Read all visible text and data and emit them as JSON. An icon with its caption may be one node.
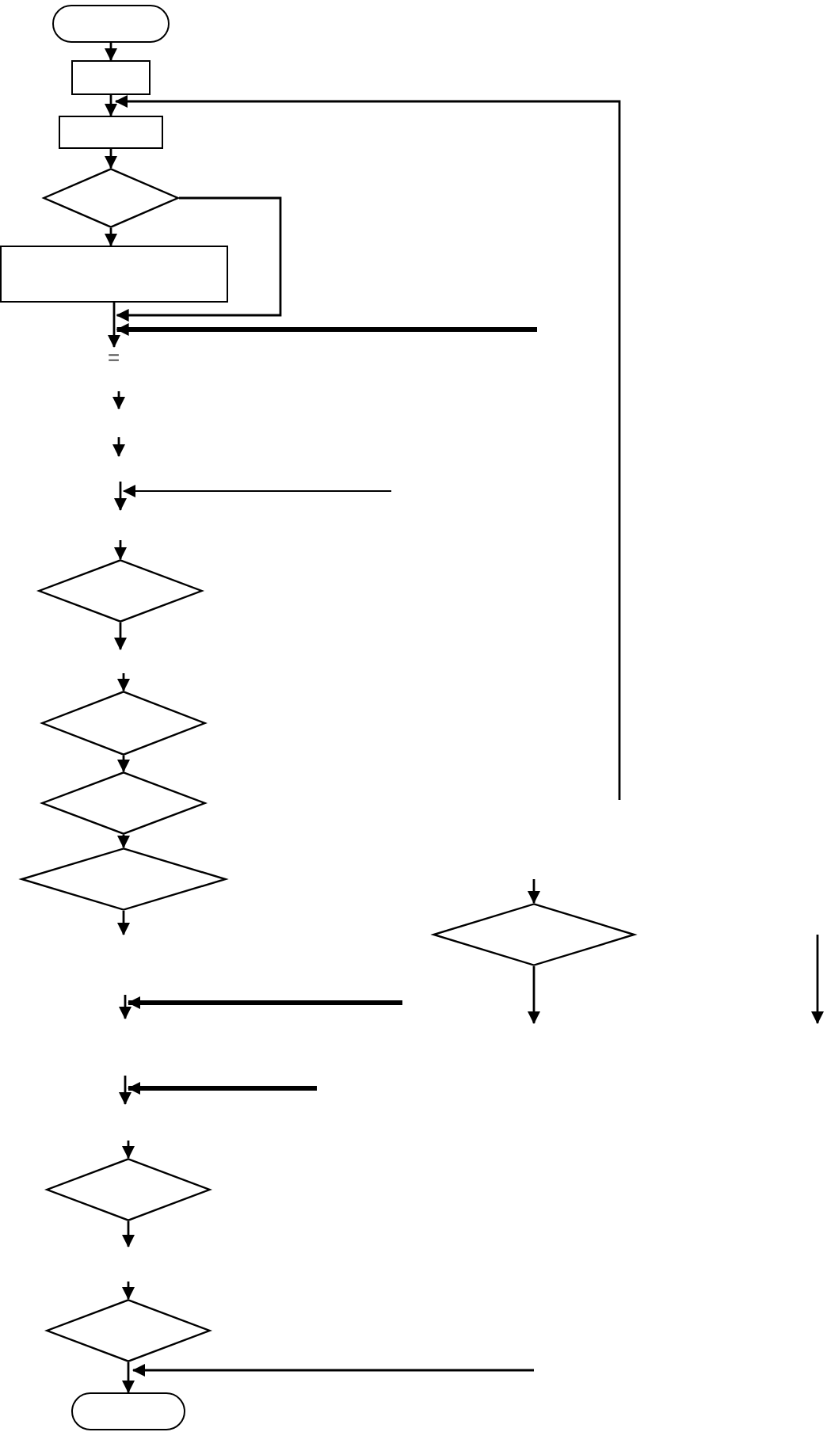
{
  "diagram": {
    "nodes": [
      {
        "text": [],
        "shape": "stadium"
      },
      {
        "text": [],
        "shape": "box"
      },
      {
        "text": [],
        "shape": "box"
      },
      {
        "text": [],
        "shape": "diamond"
      },
      {
        "text": [],
        "shape": "box"
      },
      {
        "text": [
          "="
        ]
      },
      {
        "text": [],
        "shape": "diamond"
      },
      {
        "text": [],
        "shape": "diamond"
      },
      {
        "text": [],
        "shape": "diamond"
      },
      {
        "text": [],
        "shape": "diamond"
      },
      {
        "text": [],
        "shape": "diamond"
      },
      {
        "text": [],
        "shape": "diamond"
      },
      {
        "text": [],
        "shape": "diamond"
      },
      {
        "text": [],
        "shape": "stadium"
      }
    ],
    "edges": [
      {
        "from": 0,
        "to": 1,
        "arrow": "to"
      },
      {
        "from": 1,
        "to": 2,
        "arrow": "to"
      },
      {
        "from": null,
        "to": 2,
        "arrow": "to"
      },
      {
        "from": 2,
        "to": 3,
        "arrow": "to"
      },
      {
        "from": 3,
        "to": 4,
        "arrow": "to"
      },
      {
        "from": 3,
        "to": 5,
        "arrow": "to"
      },
      {
        "from": 4,
        "to": 5,
        "arrow": "to"
      },
      {
        "from": null,
        "to": 5,
        "arrow": "to",
        "style": "thick"
      },
      {
        "from": null,
        "to": 6,
        "arrow": "to"
      },
      {
        "from": 6,
        "to": null,
        "arrow": "to"
      },
      {
        "from": null,
        "to": 7,
        "arrow": "to"
      },
      {
        "from": 7,
        "to": 8,
        "arrow": "to"
      },
      {
        "from": 8,
        "to": 9,
        "arrow": "to"
      },
      {
        "from": 9,
        "to": null,
        "arrow": "to"
      },
      {
        "from": null,
        "to": 10,
        "arrow": "to"
      },
      {
        "from": 10,
        "to": null,
        "arrow": "to"
      },
      {
        "from": null,
        "to": 11,
        "arrow": "to"
      },
      {
        "from": 11,
        "to": null,
        "arrow": "to"
      },
      {
        "from": null,
        "to": 12,
        "arrow": "to"
      },
      {
        "from": 12,
        "to": 13,
        "arrow": "to"
      },
      {
        "from": null,
        "to": 13,
        "arrow": "to"
      }
    ]
  }
}
